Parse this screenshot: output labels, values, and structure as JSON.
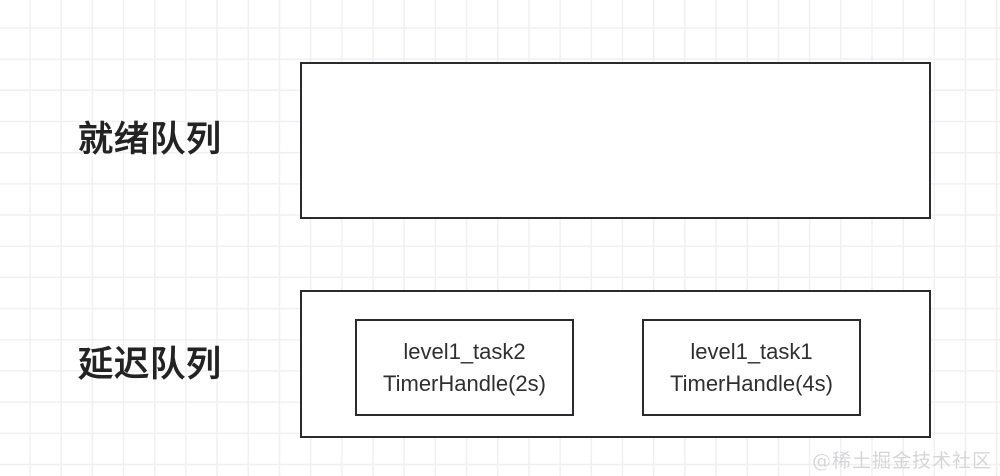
{
  "diagram": {
    "rows": [
      {
        "label": "就绪队列",
        "tasks": []
      },
      {
        "label": "延迟队列",
        "tasks": [
          {
            "name": "level1_task2",
            "timer": "TimerHandle(2s)"
          },
          {
            "name": "level1_task1",
            "timer": "TimerHandle(4s)"
          }
        ]
      }
    ]
  },
  "watermark": {
    "text": "@稀土掘金技术社区"
  },
  "colors": {
    "border": "#2b2b2f",
    "text": "#2f2f2f",
    "label": "#232323",
    "grid": "#f0f0f2",
    "background": "#ffffff",
    "watermark": "#d6d6d8"
  }
}
